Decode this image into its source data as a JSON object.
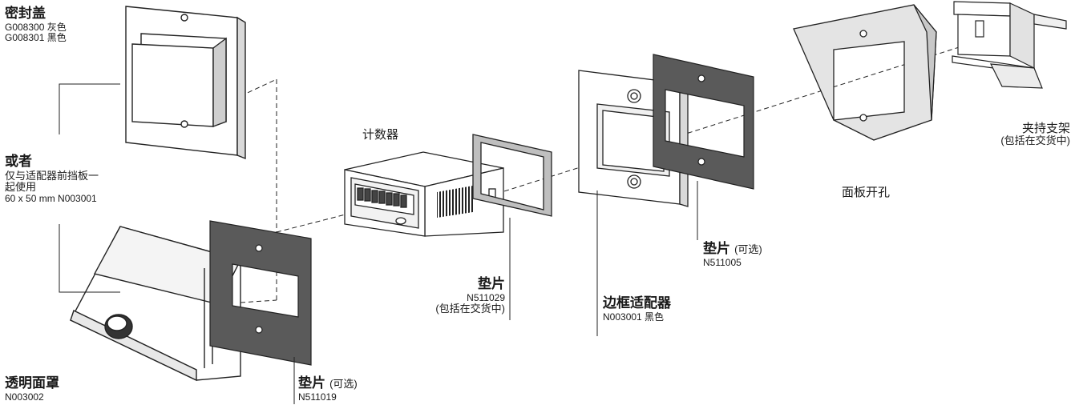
{
  "seal_cover": {
    "title": "密封盖",
    "code_gray": "G008300 灰色",
    "code_black": "G008301 黑色"
  },
  "alternative": {
    "title": "或者",
    "line1": "仅与适配器前挡板一",
    "line2": "起使用",
    "line3": "60 x 50 mm N003001"
  },
  "clear_cover": {
    "title": "透明面罩",
    "code": "N003002"
  },
  "gasket_bottom": {
    "title": "垫片",
    "note": "(可选)",
    "code": "N511019"
  },
  "counter": {
    "title": "计数器"
  },
  "gasket_included": {
    "title": "垫片",
    "code": "N511029",
    "note": "(包括在交货中)"
  },
  "frame_adapter": {
    "title": "边框适配器",
    "code": "N003001 黑色"
  },
  "gasket_optional": {
    "title": "垫片",
    "note": "(可选)",
    "code": "N511005"
  },
  "panel_cutout": {
    "title": "面板开孔"
  },
  "clamp": {
    "title": "夹持支架",
    "note": "(包括在交货中)"
  },
  "colors": {
    "line": "#222222",
    "gasket_fill": "#5a5a5a",
    "panel_fill": "#e4e4e4",
    "face_fill": "#ffffff"
  }
}
